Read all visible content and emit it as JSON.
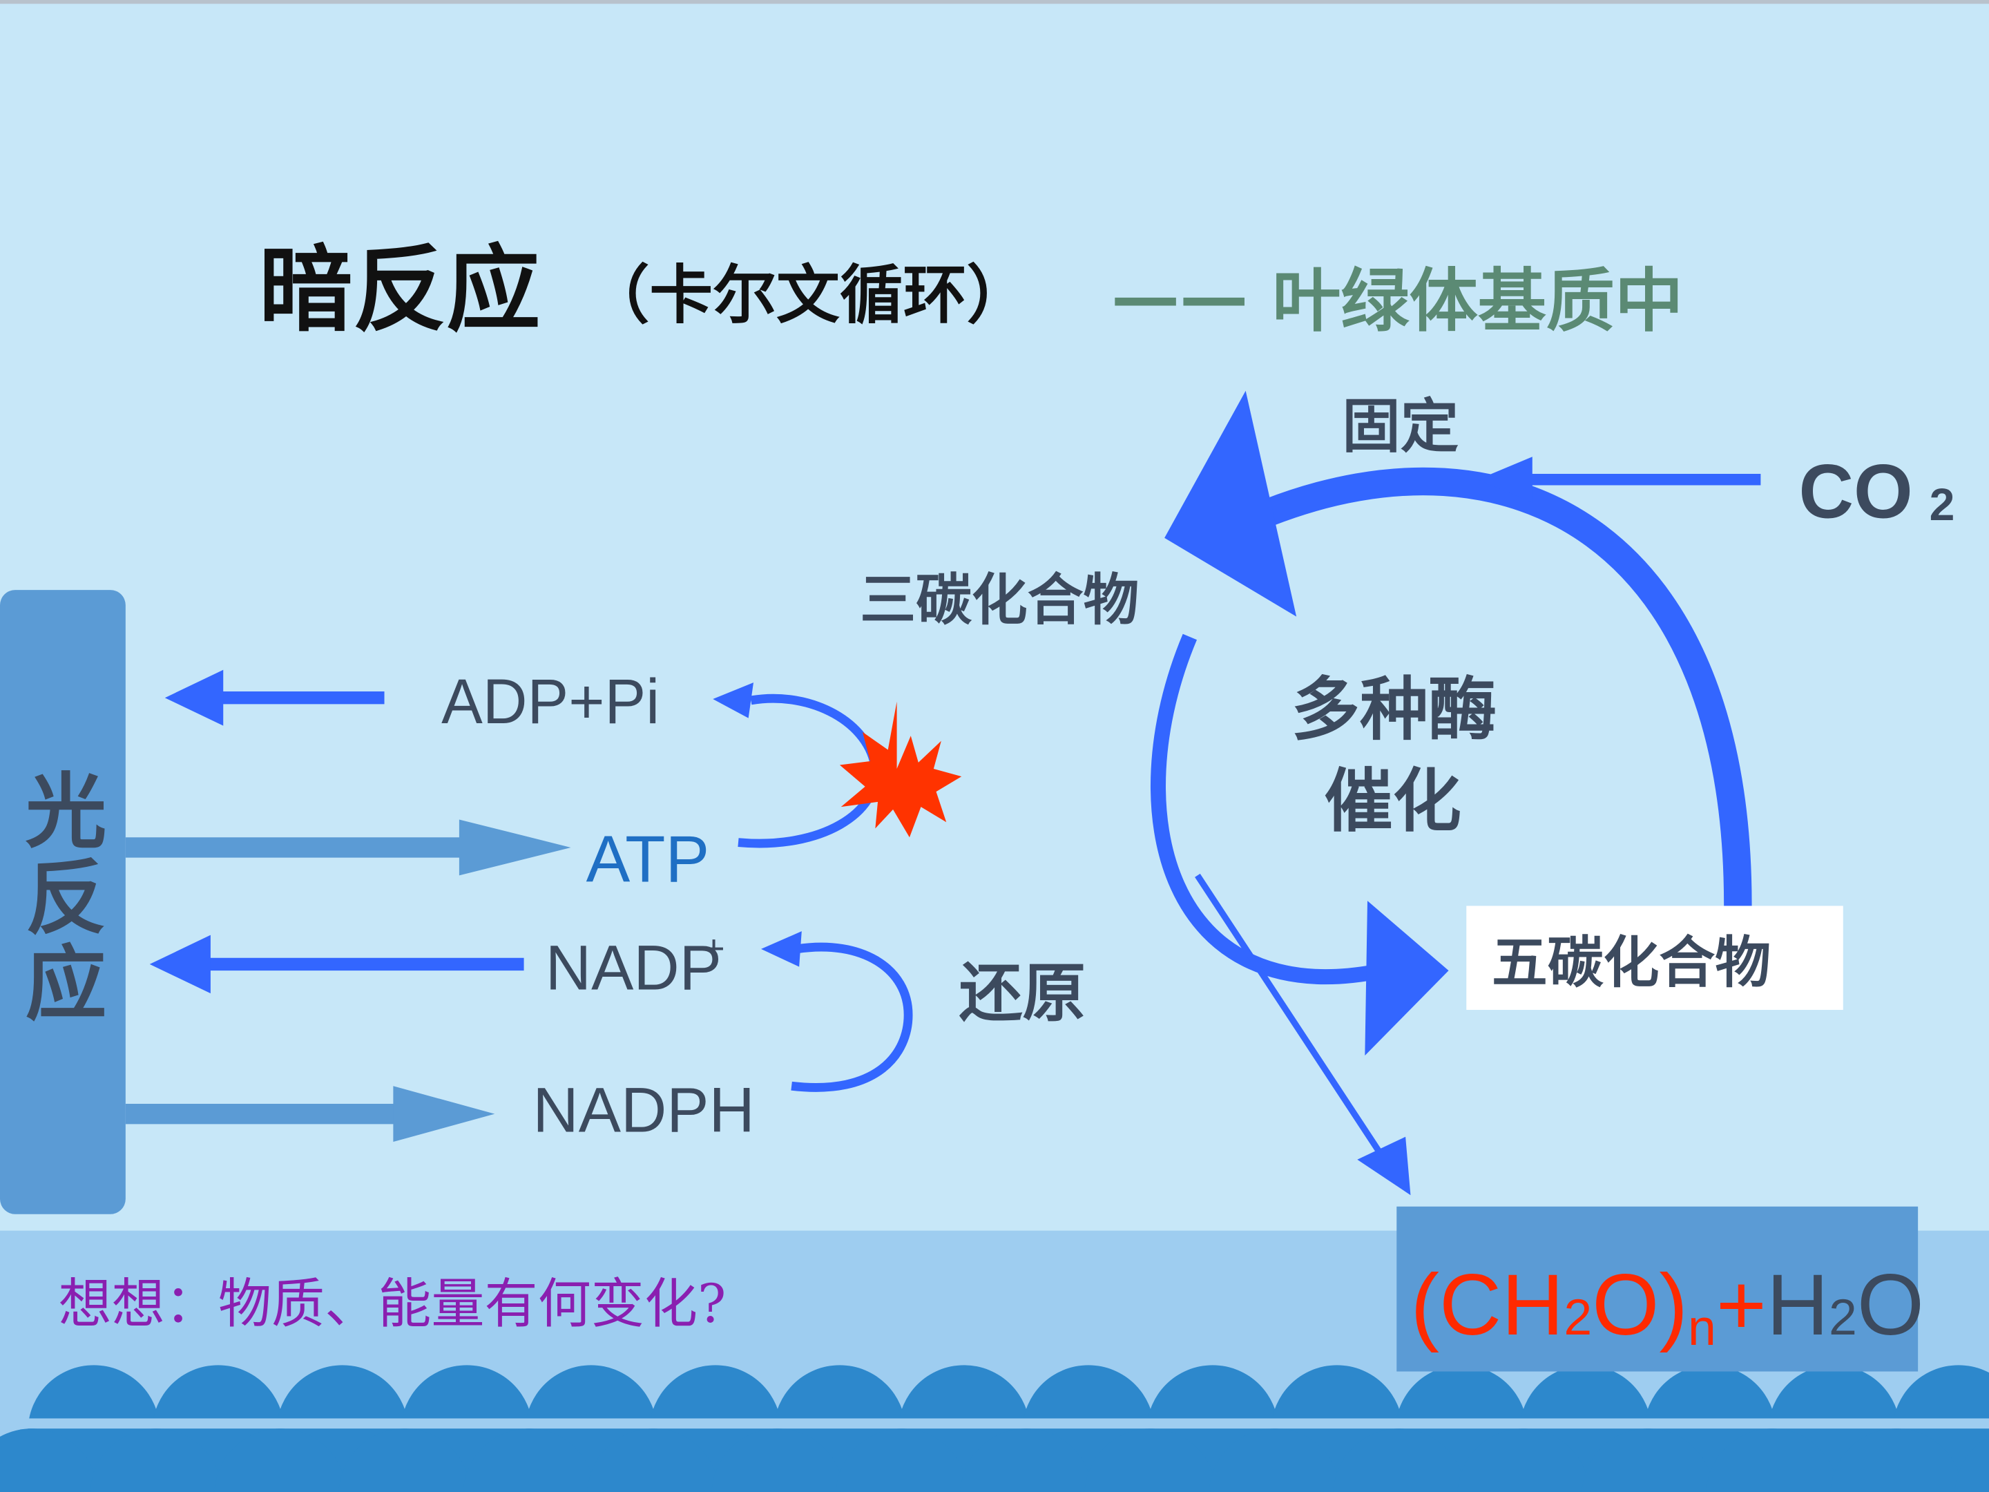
{
  "title": {
    "main": "暗反应",
    "paren": "（卡尔文循环）",
    "dash": "——",
    "location": "叶绿体基质中"
  },
  "light_reaction": {
    "label_1": "光",
    "label_2": "反",
    "label_3": "应"
  },
  "molecules": {
    "adp": "ADP+Pi",
    "atp": "ATP",
    "nadp_base": "NADP",
    "nadp_sup": "+",
    "nadph": "NADPH",
    "co2_base": "CO",
    "co2_sub": "2",
    "c3": "三碳化合物",
    "c5": "五碳化合物"
  },
  "processes": {
    "fixation": "固定",
    "enzyme_line1": "多种酶",
    "enzyme_line2": "催化",
    "reduction": "还原"
  },
  "product": {
    "open": "(CH",
    "sub_2": "2",
    "close": "O)",
    "sub_n": "n",
    "plus": "+",
    "water": "H",
    "water_sub": "2",
    "water_o": "O"
  },
  "question": "想想：物质、能量有何变化?",
  "colors": {
    "background": "#c7e7f8",
    "bottom_band": "#9ecdf0",
    "wave_dark": "#2d88cc",
    "light_bar": "#5b9bd5",
    "arrow_blue": "#3366ff",
    "arrow_steel": "#5b9bd5",
    "burst": "#ff3300",
    "product_box": "#5b9bd5",
    "product_red": "#ff2a00",
    "question_purple": "#8a1fb0",
    "location_green": "#5b8a74"
  },
  "icons": {
    "burst": "energy-burst-icon"
  }
}
